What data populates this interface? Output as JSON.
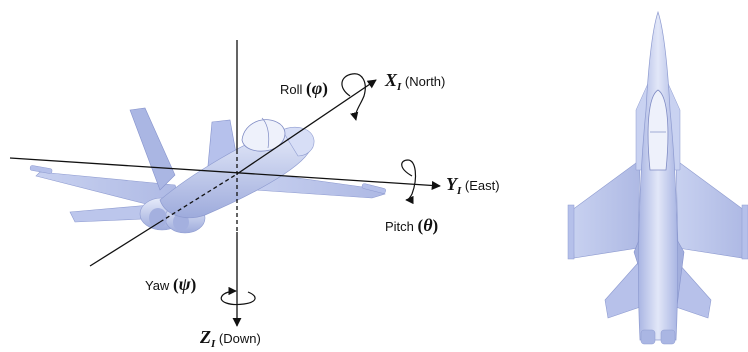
{
  "labels": {
    "roll": {
      "name": "Roll",
      "symbol": "φ"
    },
    "pitch": {
      "name": "Pitch",
      "symbol": "θ"
    },
    "yaw": {
      "name": "Yaw",
      "symbol": "ψ"
    },
    "x_axis": {
      "symbol": "X",
      "subscript": "I",
      "direction": "(North)"
    },
    "y_axis": {
      "symbol": "Y",
      "subscript": "I",
      "direction": "(East)"
    },
    "z_axis": {
      "symbol": "Z",
      "subscript": "I",
      "direction": "(Down)"
    }
  },
  "colors": {
    "aircraft_fill": "#c8d1f0",
    "aircraft_shade": "#9eabdc",
    "aircraft_light": "#e6ebfa",
    "axis_line": "#111111"
  }
}
